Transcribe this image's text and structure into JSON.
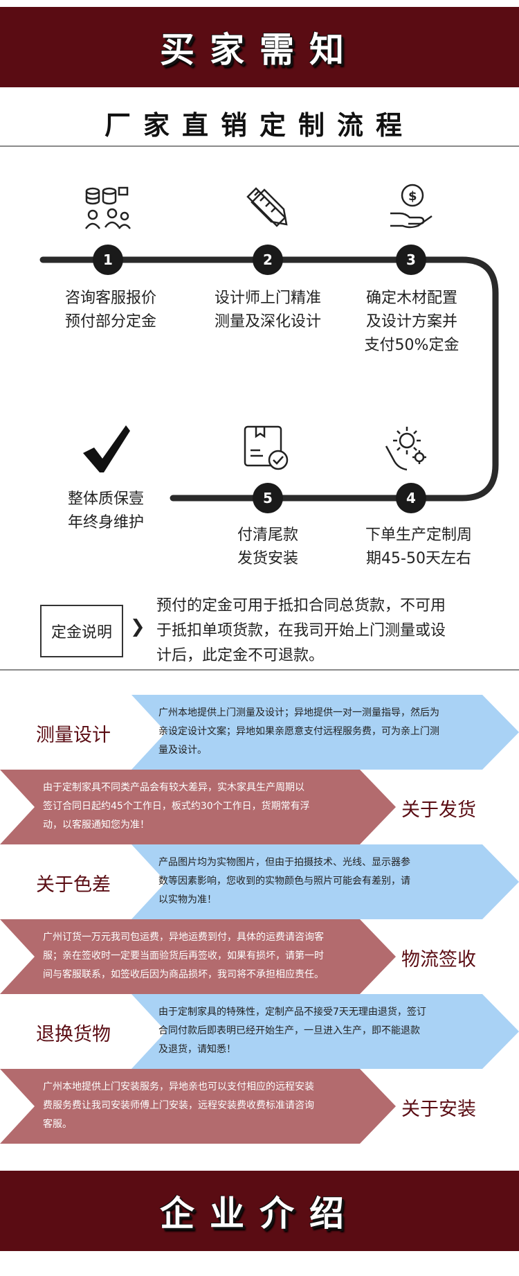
{
  "top_banner": {
    "title": "买家需知"
  },
  "flow": {
    "title": "厂家直销定制流程",
    "steps": [
      {
        "num": "1",
        "line1": "咨询客服报价",
        "line2": "预付部分定金",
        "line3": ""
      },
      {
        "num": "2",
        "line1": "设计师上门精准",
        "line2": "测量及深化设计",
        "line3": ""
      },
      {
        "num": "3",
        "line1": "确定木材配置",
        "line2": "及设计方案并",
        "line3": "支付50%定金"
      },
      {
        "num": "4",
        "line1": "下单生产定制周",
        "line2": "期45-50天左右",
        "line3": ""
      },
      {
        "num": "5",
        "line1": "付清尾款",
        "line2": "发货安装",
        "line3": ""
      },
      {
        "num": "",
        "line1": "整体质保壹",
        "line2": "年终身维护",
        "line3": ""
      }
    ]
  },
  "deposit": {
    "label": "定金说明",
    "line1": "预付的定金可用于抵扣合同总货款，不可用",
    "line2": "于抵扣单项货款，在我司开始上门测量或设",
    "line3": "计后，此定金不可退款。"
  },
  "notices": [
    {
      "label": "测量设计",
      "line1": "广州本地提供上门测量及设计；异地提供一对一测量指导，然后为",
      "line2": "亲设定设计文案；异地如果亲愿意支付远程服务费，可为亲上门测",
      "line3": "量及设计。"
    },
    {
      "label": "关于发货",
      "line1": "由于定制家具不同类产品会有较大差异，实木家具生产周期以",
      "line2": "签订合同日起约45个工作日，板式约30个工作日，货期常有浮",
      "line3": "动，以客服通知您为准！"
    },
    {
      "label": "关于色差",
      "line1": "产品图片均为实物图片，但由于拍摄技术、光线、显示器参",
      "line2": "数等因素影响，您收到的实物颜色与照片可能会有差别，请",
      "line3": "以实物为准！"
    },
    {
      "label": "物流签收",
      "line1": "广州订货一万元我司包运费，异地运费到付，具体的运费请咨询客",
      "line2": "服；亲在签收时一定要当面验货后再签收，如果有损坏，请第一时",
      "line3": "间与客服联系，如签收后因为商品损坏，我司将不承担相应责任。"
    },
    {
      "label": "退换货物",
      "line1": "由于定制家具的特殊性，定制产品不接受7天无理由退货，签订",
      "line2": "合同付款后即表明已经开始生产，一旦进入生产，即不能退款",
      "line3": "及退货，请知悉！"
    },
    {
      "label": "关于安装",
      "line1": "广州本地提供上门安装服务，异地亲也可以支付相应的远程安装",
      "line2": "费服务费让我司安装师傅上门安装，远程安装费收费标准请咨询",
      "line3": "客服。"
    }
  ],
  "bottom_banner": {
    "title": "企业介绍"
  },
  "colors": {
    "banner": "#5a0c13",
    "blue": "#a9d2f5",
    "rose": "#b36b6e",
    "text_dark_red": "#5a0c13"
  }
}
